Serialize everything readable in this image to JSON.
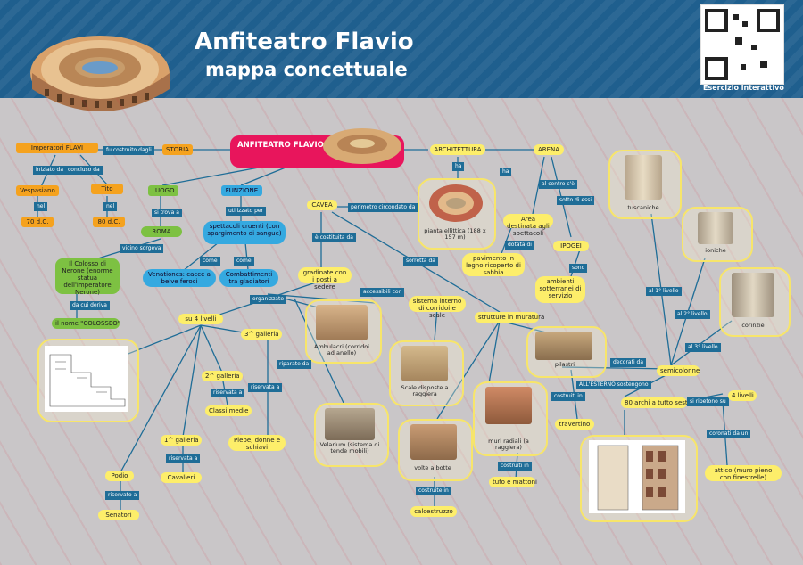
{
  "header": {
    "title": "Anfiteatro Flavio",
    "subtitle": "mappa concettuale",
    "qr_label": "Esercizio interattivo",
    "colors": {
      "banner": "#1f5f8e",
      "title": "#ffffff"
    }
  },
  "central": {
    "label": "ANFITEATRO FLAVIO (COLOSSEO)"
  },
  "nodes": {
    "imperatori": "Imperatori FLAVI",
    "storia": "STORIA",
    "vespasiano": "Vespasiano",
    "tito": "Tito",
    "d70": "70 d.C.",
    "d80": "80 d.C.",
    "luogo": "LUOGO",
    "funzione": "FUNZIONE",
    "roma": "ROMA",
    "spettacoli": "spettacoli cruenti (con spargimento di sangue)",
    "venationes": "Venationes: cacce a belve feroci",
    "combattimenti": "Combattimenti tra gladiatori",
    "colosso": "Il Colosso di Nerone (enorme statua dell'imperatore Nerone)",
    "nome": "il nome \"COLOSSEO\"",
    "architettura": "ARCHITETTURA",
    "arena": "ARENA",
    "cavea": "CAVEA",
    "pianta": "pianta ellittica (188 x 157 m)",
    "area": "Area destinata agli spettacoli",
    "ipogei": "IPOGEI",
    "pavimento": "pavimento in legno ricoperto di sabbia",
    "ambienti": "ambienti sotterranei di servizio",
    "gradinate": "gradinate con i posti a sedere",
    "livelli4": "su 4 livelli",
    "terza": "3^ galleria",
    "seconda": "2^ galleria",
    "prima": "1^ galleria",
    "classi": "Classi medie",
    "plebe": "Plebe, donne e schiavi",
    "cavalieri": "Cavalieri",
    "podio": "Podio",
    "senatori": "Senatori",
    "sistema": "sistema interno di corridoi e scale",
    "strutture": "strutture in muratura",
    "pilastri": "pilastri",
    "travertino": "travertino",
    "muri": "muri radiali (a raggiera)",
    "tufo": "tufo e mattoni",
    "volte": "volte a botte",
    "calcestruzzo": "calcestruzzo",
    "scale": "Scale disposte a raggiera",
    "ambulacri": "Ambulacri (corridoi ad anello)",
    "velarium": "Velarium (sistema di tende mobili)",
    "semicolonne": "semicolonne",
    "archi80": "80 archi a tutto sesto",
    "livelli4b": "4 livelli",
    "attico": "attico (muro pieno con finestrelle)",
    "tuscaniche": "tuscaniche",
    "ioniche": "ioniche",
    "corinzie": "corinzie"
  },
  "links": {
    "fu_costruito": "fu costruito dagli",
    "iniziato": "iniziato da",
    "concluso": "concluso da",
    "nel1": "nel",
    "nel2": "nel",
    "si_trova": "si trova a",
    "vicino": "vicino sorgeva",
    "utilizzato": "utilizzato per",
    "come": "come",
    "come2": "come",
    "da_cui": "da cui deriva",
    "ha": "ha",
    "ha2": "ha",
    "perimetro": "perimetro circondato da",
    "costituita": "è costituita da",
    "sorretta": "sorretta da",
    "al_centro": "al centro c'è",
    "dotata": "dotata di",
    "sotto": "sotto di essi",
    "sono": "sono",
    "organizzate": "organizzate",
    "accessibili": "accessibili con",
    "riservata1": "riservata a",
    "riservata2": "riservata a",
    "riservata3": "riservata a",
    "riservato": "riservato a",
    "riparate": "riparate da",
    "decorati": "decorati da",
    "costruiti1": "costruiti in",
    "costruiti2": "costruiti in",
    "costruite": "costruite in",
    "esterno": "ALL'ESTERNO sostengono",
    "si_ripetono": "si ripetono su",
    "coronati": "coronati da un",
    "al1": "al 1° livello",
    "al2": "al 2° livello",
    "al3": "al 3° livello"
  }
}
